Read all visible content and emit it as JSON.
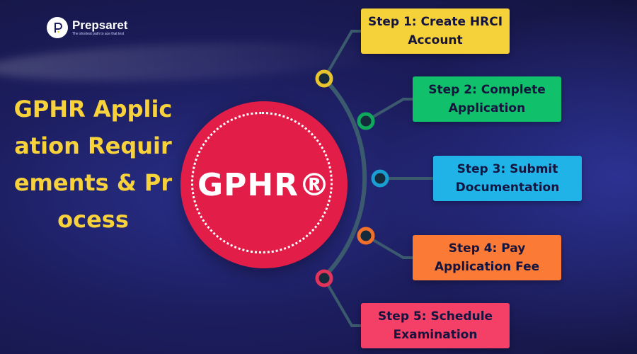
{
  "brand": {
    "name": "Prepsaret",
    "tagline": "The shortest path to ace that test",
    "logo_icon": "prepsaret-logo-icon"
  },
  "title": "GPHR Application Requirements & Process",
  "badge": {
    "text": "GPHR®",
    "color": "#e11d48"
  },
  "steps": [
    {
      "label": "Step 1: Create HRCI Account",
      "color": "#f5d13a",
      "node_color": "#e8c52e"
    },
    {
      "label": "Step 2: Complete Application",
      "color": "#10c06a",
      "node_color": "#0fa85d"
    },
    {
      "label": "Step 3: Submit Documentation",
      "color": "#1fb3e8",
      "node_color": "#1a9dd0"
    },
    {
      "label": "Step 4: Pay Application Fee",
      "color": "#fb7a35",
      "node_color": "#f0702c"
    },
    {
      "label": "Step 5: Schedule Examination",
      "color": "#f43f67",
      "node_color": "#e2335a"
    }
  ],
  "colors": {
    "background": "#1c1d5e",
    "title": "#f7d23b",
    "connector": "#3c5a6e",
    "node_fill": "#152a3a"
  }
}
